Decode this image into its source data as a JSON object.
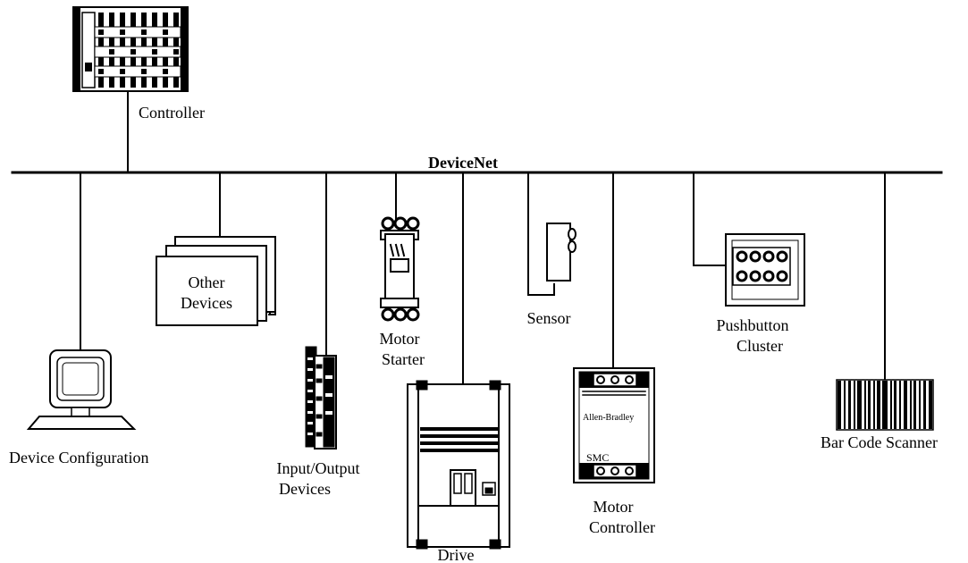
{
  "network": {
    "bus_label": "DeviceNet"
  },
  "devices": {
    "controller": "Controller",
    "device_configuration": "Device Configuration",
    "other_devices_line1": "Other",
    "other_devices_line2": "Devices",
    "io_devices_line1": "Input/Output",
    "io_devices_line2": "Devices",
    "motor_starter_line1": "Motor",
    "motor_starter_line2": "Starter",
    "drive": "Drive",
    "sensor": "Sensor",
    "motor_controller_line1": "Motor",
    "motor_controller_line2": "Controller",
    "motor_controller_brand": "Allen-Bradley",
    "motor_controller_model": "SMC",
    "pushbutton_line1": "Pushbutton",
    "pushbutton_line2": "Cluster",
    "barcode_scanner": "Bar Code Scanner"
  }
}
